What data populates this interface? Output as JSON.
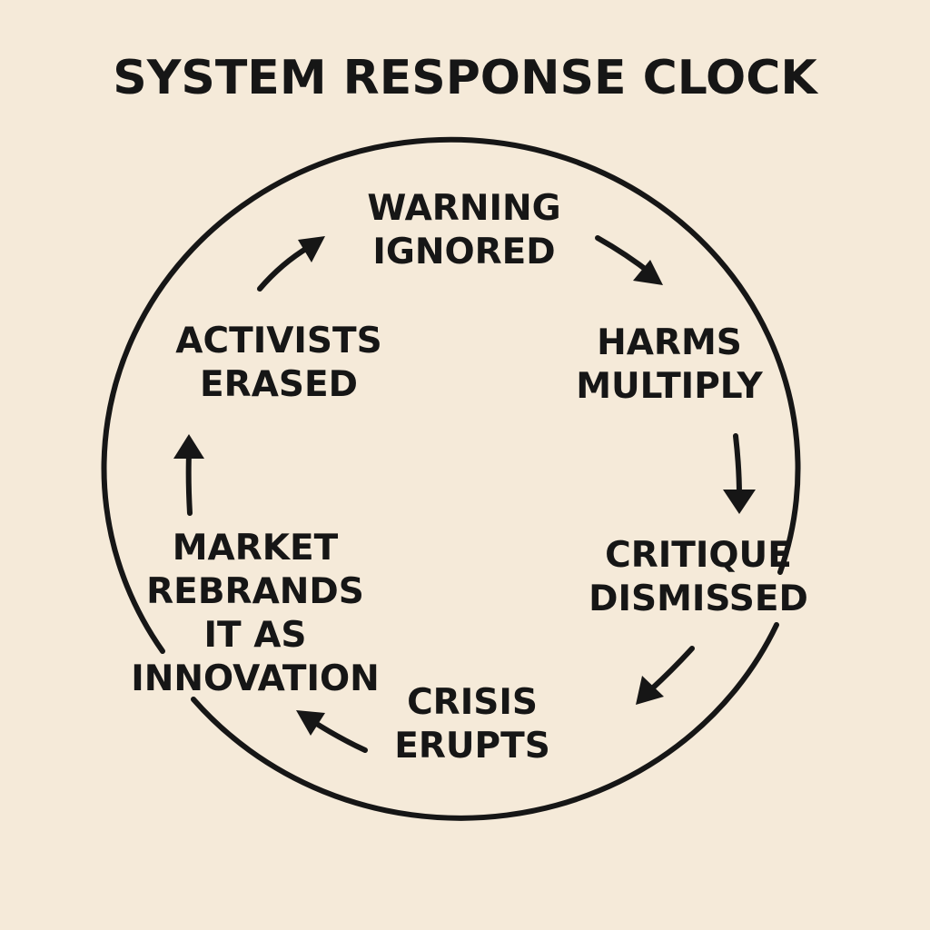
{
  "title": "SYSTEM RESPONSE CLOCK",
  "stages": [
    {
      "line1": "WARNING",
      "line2": "IGNORED"
    },
    {
      "line1": "HARMS",
      "line2": "MULTIPLY"
    },
    {
      "line1": "CRITIQUE",
      "line2": "DISMISSED"
    },
    {
      "line1": "CRISIS",
      "line2": "ERUPTS"
    },
    {
      "line1": "MARKET",
      "line2": "REBRANDS",
      "line3": "IT AS",
      "line4": "INNOVATION"
    },
    {
      "line1": "ACTIVISTS",
      "line2": "ERASED"
    }
  ],
  "colors": {
    "background": "#f5ead9",
    "ink": "#161616"
  }
}
